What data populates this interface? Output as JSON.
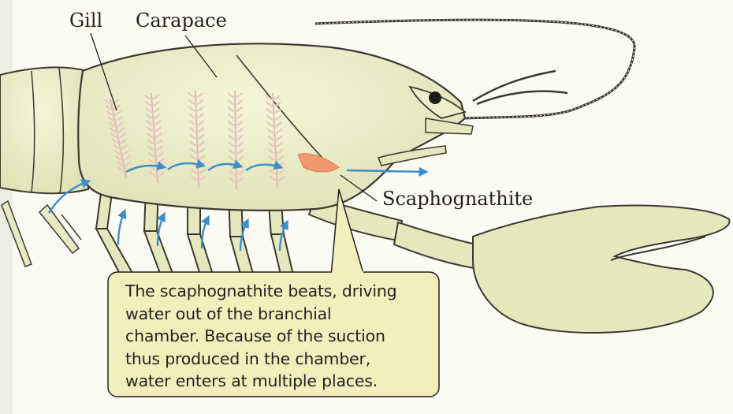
{
  "labels": {
    "gill": "Gill",
    "carapace": "Carapace",
    "scaphognathite": "Scaphognathite"
  },
  "callout": {
    "lines": [
      "The scaphognathite beats, driving",
      "water out of the branchial",
      "chamber. Because of the suction",
      "thus produced in the chamber,",
      "water enters at multiple places."
    ]
  },
  "colors": {
    "body_fill": "#eaebc4",
    "outline": "#3a3a33",
    "gill": "#e8c7c4",
    "scaphognathite": "#ee9a6e",
    "water_arrow": "#3b8ec9",
    "callout_fill": "#f3efbd",
    "callout_border": "#231f20"
  },
  "icons": {
    "water_flow": "arrow-icon",
    "eye": "eye-icon"
  }
}
